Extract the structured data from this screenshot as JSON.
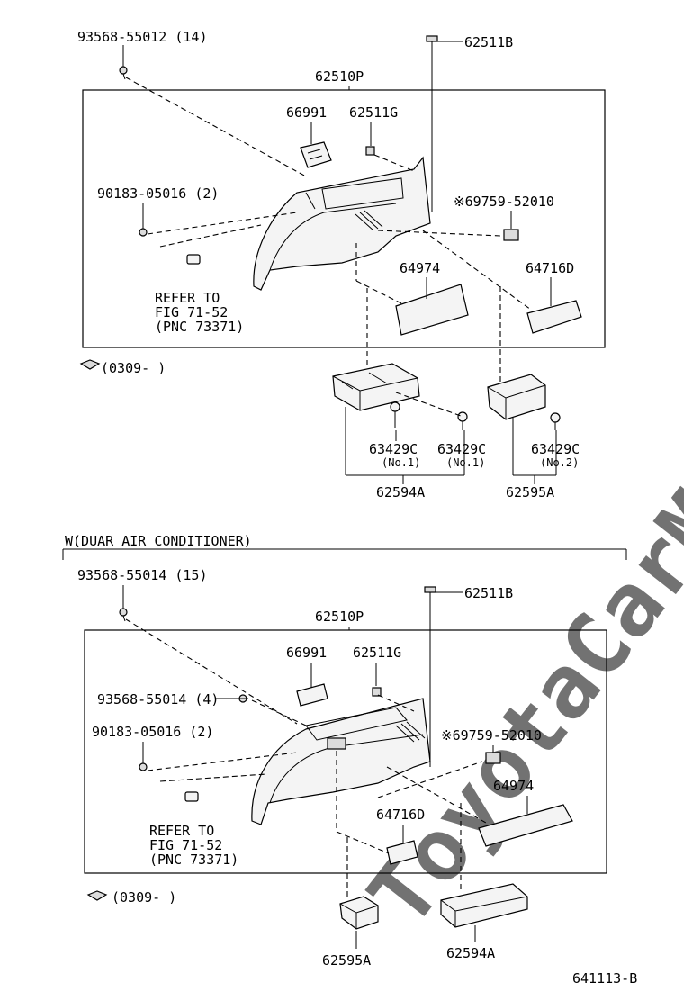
{
  "watermark": "ToyotaCarMine.ru",
  "footer_code": "641113-B",
  "section_top": {
    "labels": {
      "p93568_14": "93568-55012 (14)",
      "p62511b": "62511B",
      "p62510p": "62510P",
      "p66991": "66991",
      "p62511g": "62511G",
      "p90183": "90183-05016 (2)",
      "p69759": "※69759-52010",
      "p64974": "64974",
      "p64716d": "64716D",
      "refer1": "REFER TO",
      "refer2": "FIG 71-52",
      "refer3": "(PNC 73371)",
      "date": "(0309-      )",
      "p63429c_a": "63429C",
      "p63429c_b": "63429C",
      "p63429c_c": "63429C",
      "no1a": "(No.1)",
      "no1b": "(No.1)",
      "no2": "(No.2)",
      "p62594a": "62594A",
      "p62595a": "62595A"
    }
  },
  "section_bottom": {
    "header": "W(DUAR AIR CONDITIONER)",
    "labels": {
      "p93568_15": "93568-55014 (15)",
      "p62511b": "62511B",
      "p62510p": "62510P",
      "p66991": "66991",
      "p62511g": "62511G",
      "p93568_4": "93568-55014 (4)",
      "p90183": "90183-05016 (2)",
      "p69759": "※69759-52010",
      "p64974": "64974",
      "p64716d": "64716D",
      "refer1": "REFER TO",
      "refer2": "FIG 71-52",
      "refer3": "(PNC 73371)",
      "date": "(0309-      )",
      "p62595a": "62595A",
      "p62594a": "62594A"
    }
  }
}
